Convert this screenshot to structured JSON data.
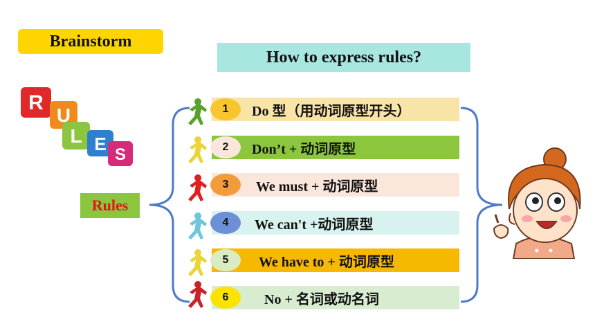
{
  "brainstorm_label": "Brainstorm",
  "question": "How to express rules?",
  "rules_label": "Rules",
  "rules": [
    {
      "num": "1",
      "text": "Do 型（用动词原型开头）",
      "bar": "#f9e4a8",
      "circle": "#f7c52d",
      "figure": "#5aa12c"
    },
    {
      "num": "2",
      "text": "Don’t + 动词原型",
      "bar": "#8cc63e",
      "circle": "#fbe6dc",
      "figure": "#e9d53a"
    },
    {
      "num": "3",
      "text": "We must + 动词原型",
      "bar": "#fbe6dc",
      "circle": "#f39a3a",
      "figure": "#e02020"
    },
    {
      "num": "4",
      "text": "We can't +动词原型",
      "bar": "#d8f2ef",
      "circle": "#6d8fd6",
      "figure": "#6dc6d9"
    },
    {
      "num": "5",
      "text": "We have to + 动词原型",
      "bar": "#f6b800",
      "circle": "#d9ecc4",
      "figure": "#e9d53a"
    },
    {
      "num": "6",
      "text": "No + 名词或动名词",
      "bar": "#d8ecd0",
      "circle": "#fbe300",
      "figure": "#c8232a"
    }
  ],
  "cubes": [
    {
      "letter": "R",
      "color": "#e02a2a"
    },
    {
      "letter": "U",
      "color": "#f08a1c"
    },
    {
      "letter": "L",
      "color": "#8cc63e"
    },
    {
      "letter": "E",
      "color": "#2f7fd1"
    },
    {
      "letter": "S",
      "color": "#d62a7a"
    }
  ],
  "colors": {
    "bracket": "#4f79c9"
  }
}
